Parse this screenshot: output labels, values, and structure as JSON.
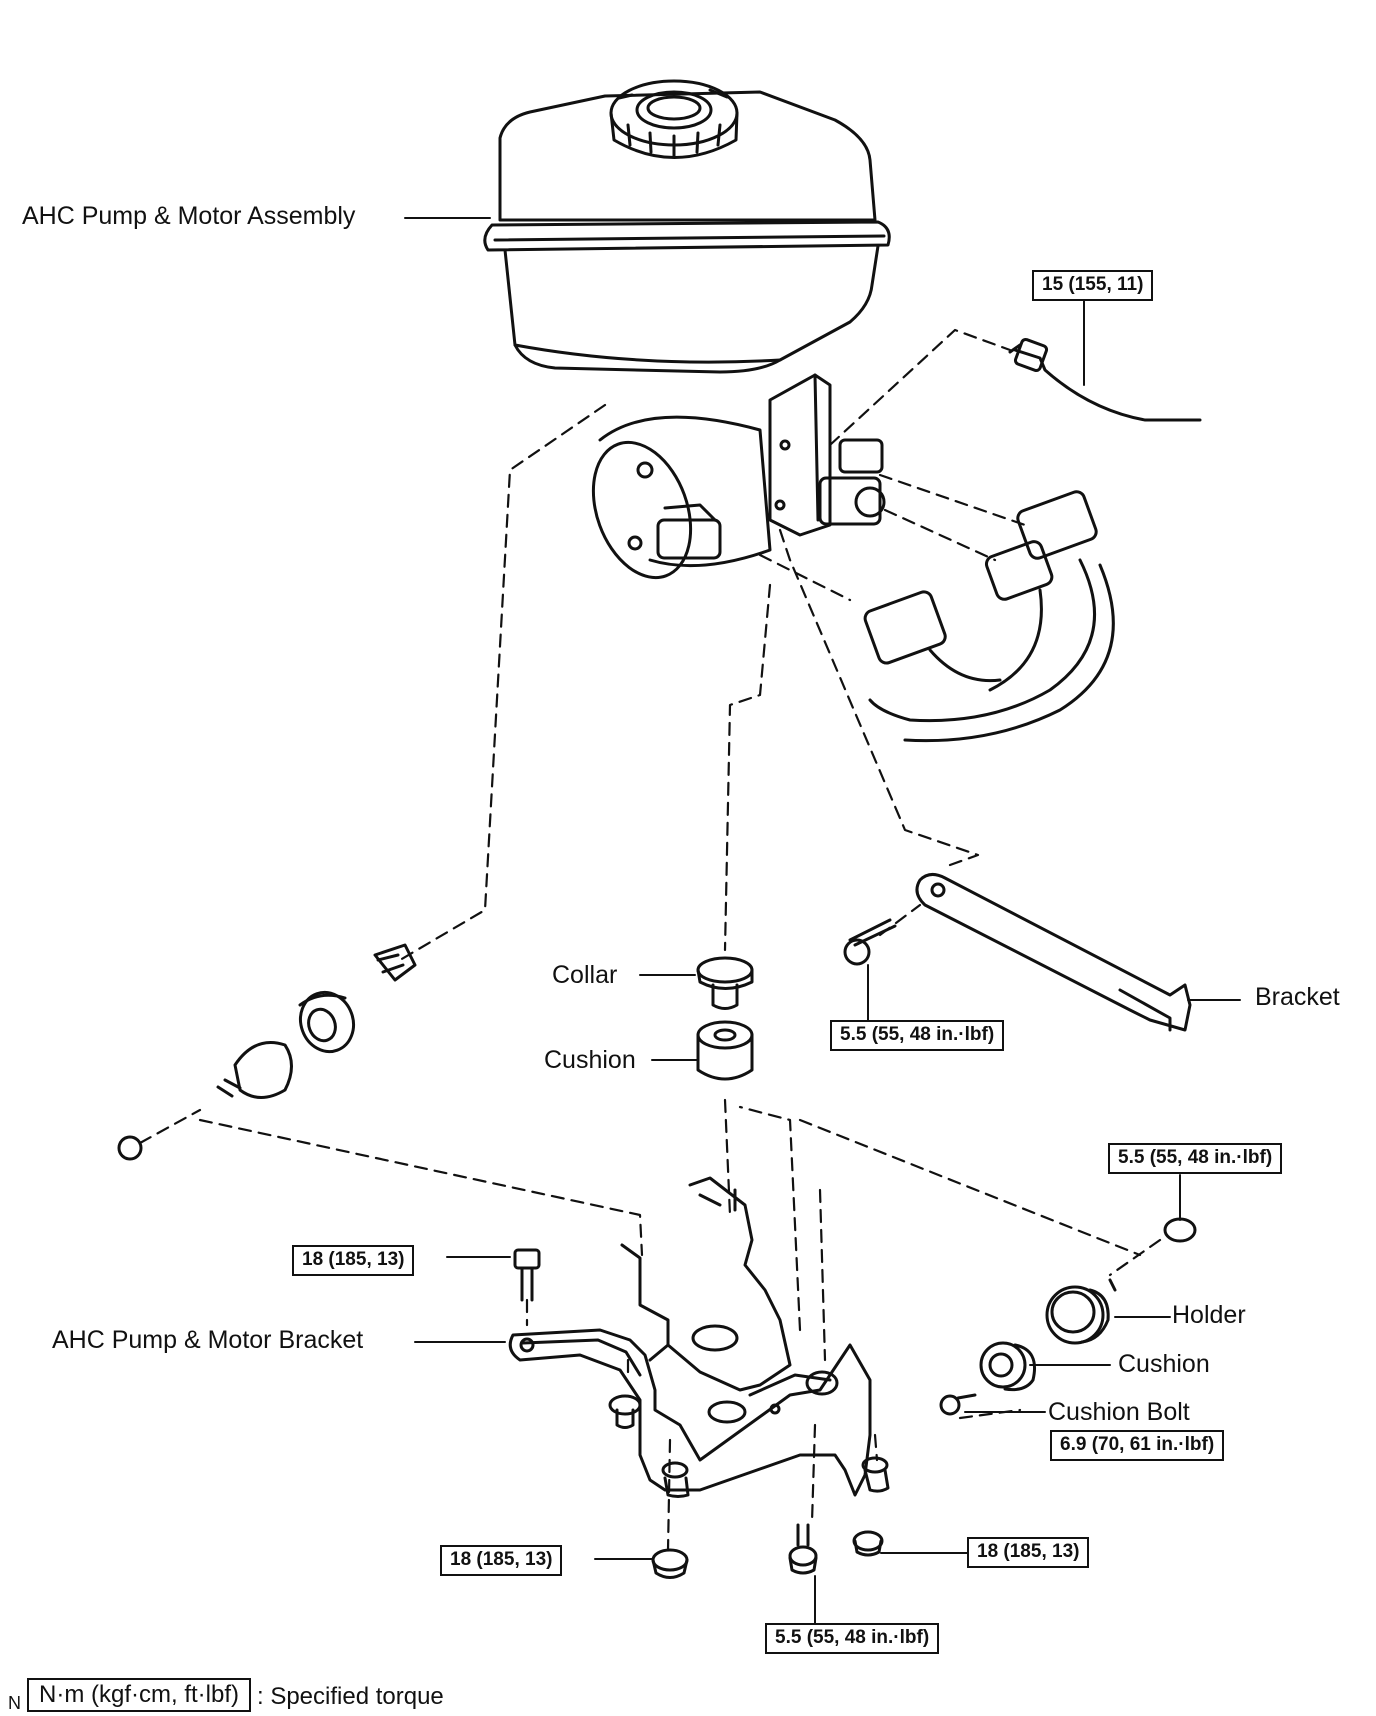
{
  "labels": {
    "pump_assembly": "AHC Pump & Motor Assembly",
    "collar": "Collar",
    "cushion_center": "Cushion",
    "bracket": "Bracket",
    "pump_bracket": "AHC Pump & Motor Bracket",
    "holder": "Holder",
    "cushion_right": "Cushion",
    "cushion_bolt": "Cushion Bolt"
  },
  "torques": {
    "pipe": "15 (155, 11)",
    "bracket_bolt": "5.5 (55, 48 in.·lbf)",
    "holder_nut": "5.5 (55, 48 in.·lbf)",
    "cushion_bolt": "6.9 (70, 61 in.·lbf)",
    "bracket_upper_left": "18 (185, 13)",
    "bracket_lower_left": "18 (185, 13)",
    "bracket_lower_right": "18 (185, 13)",
    "bracket_bottom_center": "5.5 (55, 48 in.·lbf)"
  },
  "legend": {
    "prefix": "N",
    "unit_box": "N·m (kgf·cm, ft·lbf)",
    "description": ": Specified torque"
  }
}
